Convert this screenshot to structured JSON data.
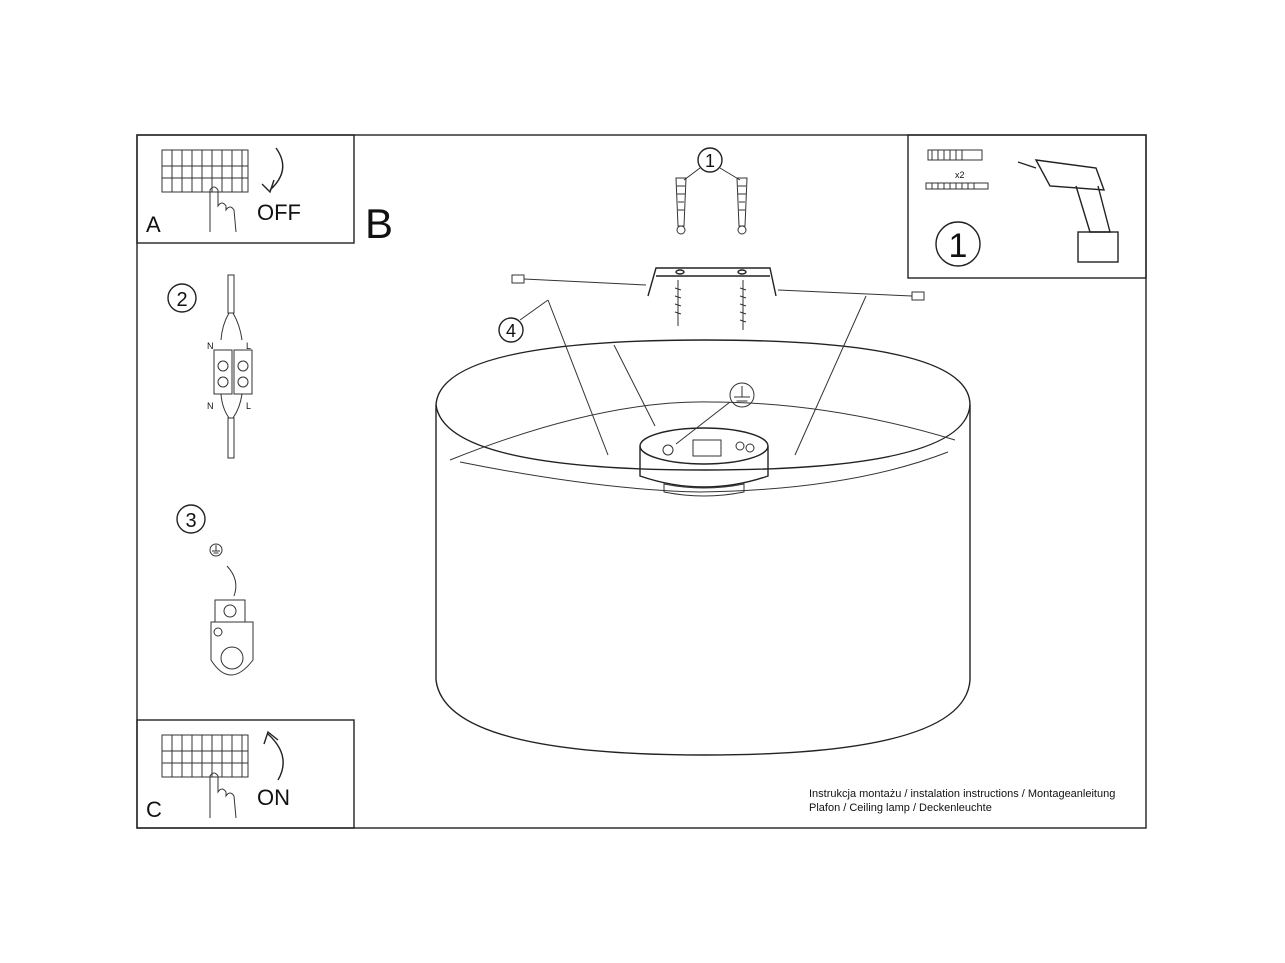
{
  "step_a": {
    "letter": "A",
    "action": "OFF"
  },
  "step_b": {
    "letter": "B"
  },
  "step_c": {
    "letter": "C",
    "action": "ON"
  },
  "steps": {
    "s1": "1",
    "s2": "2",
    "s3": "3",
    "s4": "4"
  },
  "terminal": {
    "n_top": "N",
    "l_top": "L",
    "n_bottom": "N",
    "l_bottom": "L"
  },
  "fixings": {
    "qty": "x2"
  },
  "caption": {
    "line1": "Instrukcja montażu / instalation instructions / Montageanleitung",
    "line2": "Plafon / Ceiling lamp / Deckenleuchte"
  }
}
